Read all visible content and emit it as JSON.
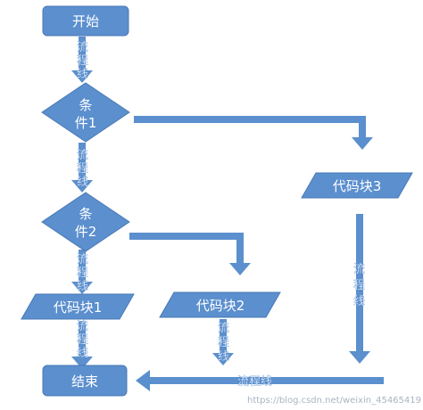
{
  "nodes": {
    "start": "开始",
    "cond1": [
      "条",
      "件1"
    ],
    "cond2": [
      "条",
      "件2"
    ],
    "block1": "代码块1",
    "block2": "代码块2",
    "block3": "代码块3",
    "end": "结束"
  },
  "flow_label": [
    "流",
    "程",
    "线"
  ],
  "flow_label_horizontal": "流程线",
  "watermark": "https://blog.csdn.net/weixin_45465419",
  "colors": {
    "shape_fill": "#5b8fce",
    "shape_stroke": "#4a7ab5",
    "arrow": "#5b8fce",
    "text": "#ffffff"
  }
}
